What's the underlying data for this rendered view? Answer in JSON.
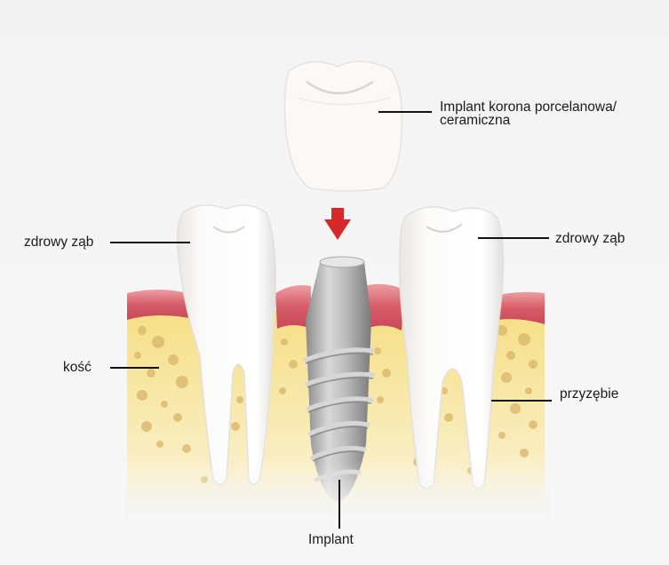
{
  "diagram": {
    "subject": "dental implant cross-section",
    "colors": {
      "background": "#f4f4f4",
      "gum": "#d9646f",
      "gum_light": "#ea9ba0",
      "bone": "#f6e39a",
      "bone_light": "#fbf1c8",
      "bone_spots": "#d8b466",
      "tooth": "#fbf9f7",
      "implant": "#b9b9b9",
      "arrow": "#d42a2a",
      "leader": "#111111"
    },
    "labels": {
      "crown": "Implant korona porcelanowa/ ceramiczna",
      "healthy_tooth_left": "zdrowy ząb",
      "healthy_tooth_right": "zdrowy ząb",
      "bone": "kość",
      "gum": "przyzębie",
      "implant": "Implant"
    },
    "icons": {
      "arrow": "arrow-down-icon"
    }
  }
}
